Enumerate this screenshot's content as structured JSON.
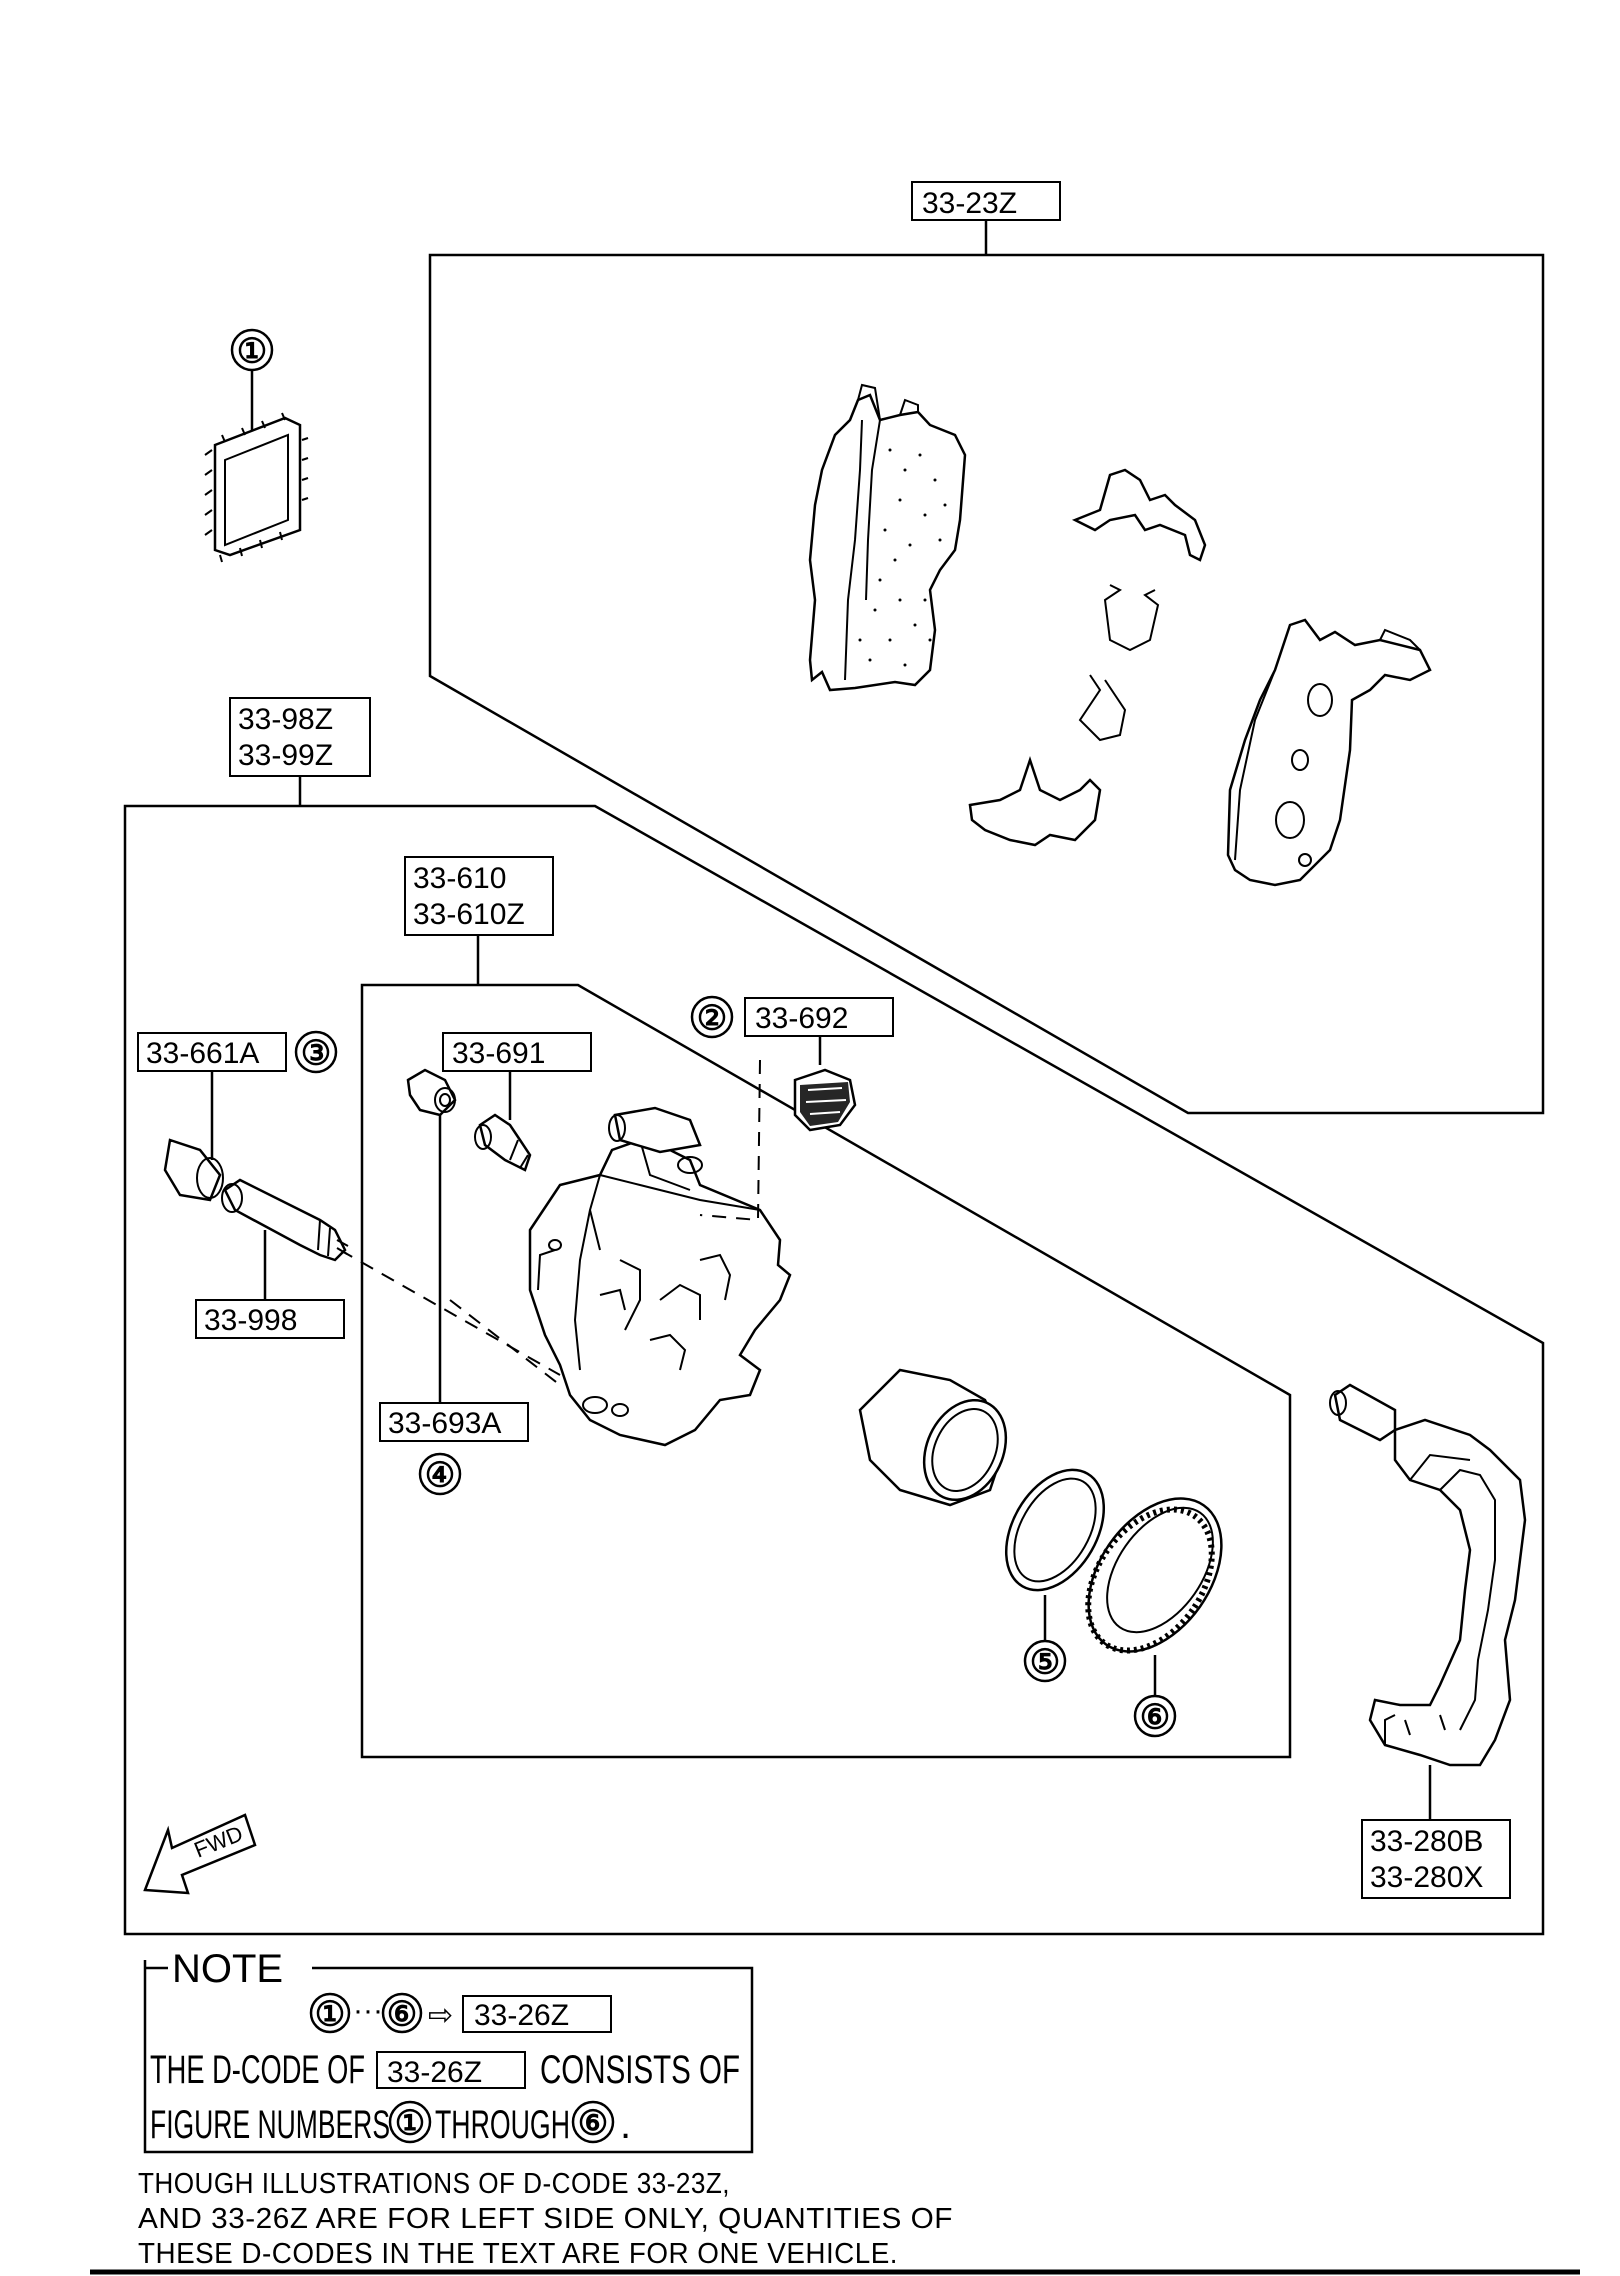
{
  "callouts": {
    "pad_kit": "33-23Z",
    "caliper_kit_1": "33-98Z",
    "caliper_kit_2": "33-99Z",
    "caliper_body_1": "33-610",
    "caliper_body_2": "33-610Z",
    "dust_cap": "33-692",
    "guide_pin_boot": "33-661A",
    "bleeder_screw": "33-691",
    "guide_pin": "33-998",
    "bolt_cap": "33-693A",
    "mounting_bracket_1": "33-280B",
    "mounting_bracket_2": "33-280X"
  },
  "figure_numbers": {
    "n1": "①",
    "n2": "②",
    "n3": "③",
    "n4": "④",
    "n5": "⑤",
    "n6": "⑥"
  },
  "fwd_label": "FWD",
  "note": {
    "title": "NOTE",
    "range_start": "①",
    "range_sep": "···",
    "range_end": "⑥",
    "arrow": "⇨",
    "range_code": "33-26Z",
    "line1_prefix": "THE D-CODE OF",
    "line1_code": "33-26Z",
    "line1_suffix": "CONSISTS OF",
    "line2_prefix": "FIGURE NUMBERS",
    "line2_from": "①",
    "line2_mid": "THROUGH",
    "line2_to": "⑥",
    "line2_end": "."
  },
  "footer": {
    "line1": "THOUGH ILLUSTRATIONS OF D-CODE 33-23Z,",
    "line2": "AND 33-26Z  ARE FOR LEFT SIDE ONLY, QUANTITIES OF",
    "line3": "THESE D-CODES IN THE TEXT ARE FOR ONE VEHICLE."
  }
}
